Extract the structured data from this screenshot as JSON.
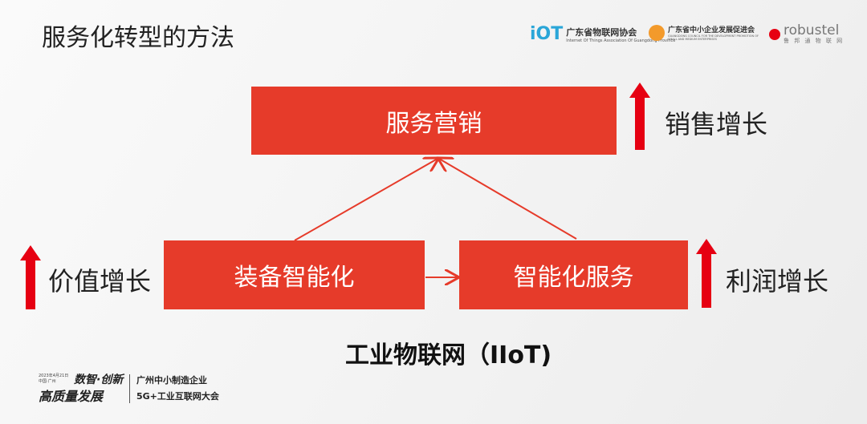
{
  "title": "服务化转型的方法",
  "logos": {
    "iot": {
      "mark": "iOT",
      "name": "广东省物联网协会",
      "sub": "Internet Of Things Association Of Guangdong Province"
    },
    "sme": {
      "name": "广东省中小企业发展促进会",
      "sub": "GUANGDONG COUNCIL FOR THE DEVELOPMENT PROMOTION OF SMALL AND MEDIUM ENTERPRISES"
    },
    "robustel": {
      "name": "robustel",
      "sub": "鲁 邦 通 物 联 网"
    }
  },
  "diagram": {
    "top": "服务营销",
    "left": "装备智能化",
    "right": "智能化服务",
    "top_growth": "销售增长",
    "left_growth": "价值增长",
    "right_growth": "利润增长",
    "base": "工业物联网（IIoT)"
  },
  "footer": {
    "date": "2023年4月21日",
    "place": "中国·广州",
    "slogan1": "数智·创新",
    "slogan2": "高质量发展",
    "event1": "广州中小制造企业",
    "event2": "5G+工业互联网大会"
  },
  "colors": {
    "accent": "#e63b2a",
    "arrow": "#e60012"
  }
}
